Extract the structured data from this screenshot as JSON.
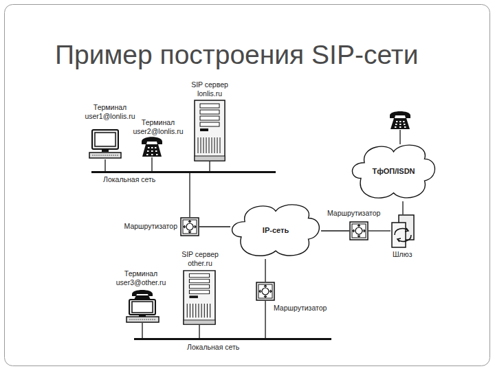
{
  "diagram": {
    "title": "Пример построения SIP-сети",
    "nodes": [
      {
        "text": [
          "Терминал user1@lonlis.ru"
        ]
      },
      {
        "text": [
          "Терминал user2@lonlis.ru"
        ]
      },
      {
        "text": [
          "SIP сервер lonlis.ru"
        ]
      },
      {
        "text": [
          "Локальная сеть"
        ]
      },
      {
        "text": [
          "Маршрутизатор"
        ]
      },
      {
        "text": [
          "IP-сеть"
        ]
      },
      {
        "text": [
          "Маршрутизатор"
        ]
      },
      {
        "text": [
          "Шлюз"
        ]
      },
      {
        "text": [
          "ТфОП/ISDN"
        ]
      },
      {
        "text": [
          "SIP сервер other.ru"
        ]
      },
      {
        "text": [
          "Терминал user3@other.ru"
        ]
      },
      {
        "text": [
          "Маршрутизатор"
        ]
      },
      {
        "text": [
          "Локальная сеть"
        ]
      }
    ],
    "edges": [
      {
        "from": 0,
        "to": 3,
        "arrow": "none"
      },
      {
        "from": 1,
        "to": 3,
        "arrow": "none"
      },
      {
        "from": 2,
        "to": 3,
        "arrow": "none"
      },
      {
        "from": 3,
        "to": 4,
        "arrow": "none"
      },
      {
        "from": 4,
        "to": 5,
        "arrow": "none"
      },
      {
        "from": 5,
        "to": 6,
        "arrow": "none"
      },
      {
        "from": 6,
        "to": 7,
        "arrow": "none"
      },
      {
        "from": 7,
        "to": 8,
        "arrow": "none"
      },
      {
        "from": 5,
        "to": 11,
        "arrow": "none"
      },
      {
        "from": 11,
        "to": 12,
        "arrow": "none"
      },
      {
        "from": 9,
        "to": 12,
        "arrow": "none"
      },
      {
        "from": 10,
        "to": 12,
        "arrow": "none"
      }
    ]
  }
}
